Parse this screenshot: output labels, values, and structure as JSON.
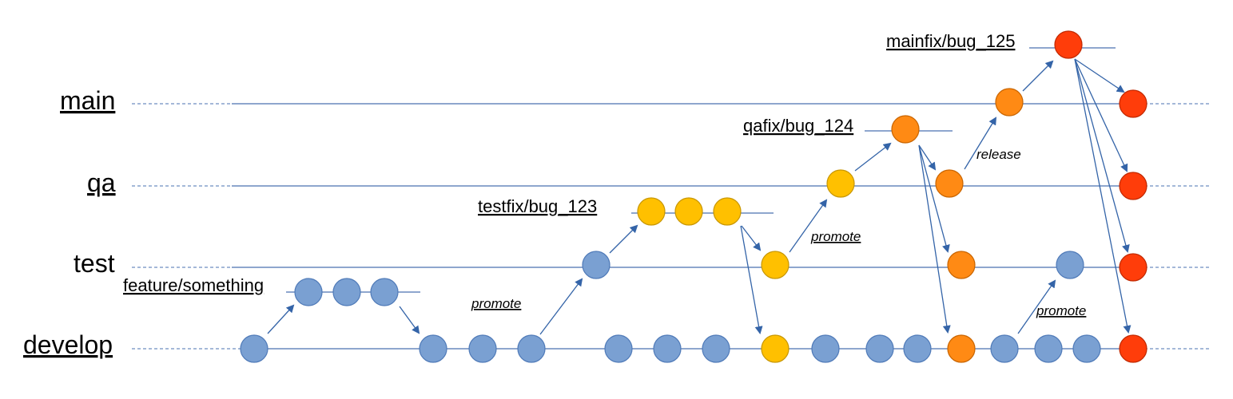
{
  "colors": {
    "line": "#4a72b0",
    "arrow": "#3464a8",
    "dev": "#7aa0d2",
    "dev_stroke": "#4f7ab8",
    "yellow": "#ffc000",
    "yellow_stroke": "#c79600",
    "orange": "#ff8a14",
    "orange_stroke": "#c86400",
    "red": "#ff3d0a",
    "red_stroke": "#c02800",
    "spell": "#e53935"
  },
  "branches": [
    {
      "id": "main",
      "label": "main"
    },
    {
      "id": "qa",
      "label": "qa"
    },
    {
      "id": "test",
      "label": "test"
    },
    {
      "id": "develop",
      "label": "develop"
    }
  ],
  "side_branches": [
    {
      "id": "feature",
      "label": "feature/something"
    },
    {
      "id": "testfix",
      "label": "testfix/bug_123"
    },
    {
      "id": "qafix",
      "label": "qafix/bug_124"
    },
    {
      "id": "mainfix",
      "label": "mainfix/bug_125"
    }
  ],
  "actions": [
    {
      "id": "promote1",
      "label": "promote"
    },
    {
      "id": "promote2",
      "label": "promote"
    },
    {
      "id": "release",
      "label": "release"
    },
    {
      "id": "promote3",
      "label": "promote"
    }
  ]
}
